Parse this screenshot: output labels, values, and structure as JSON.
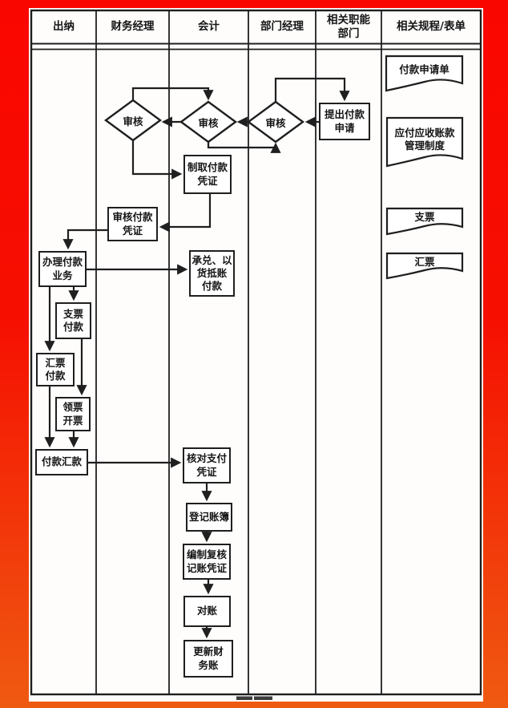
{
  "colors": {
    "background_top": "#fa0600",
    "background_bottom": "#ef5a11",
    "sheet": "#fefdfc",
    "line": "#1f1f1f",
    "dash": "#3c3c3c"
  },
  "header": {
    "columns": [
      {
        "label": "出纳"
      },
      {
        "label": "财务经理"
      },
      {
        "label": "会计"
      },
      {
        "label": "部门经理"
      },
      {
        "label": "相关职能\n部门"
      },
      {
        "label": "相关规程/表单"
      }
    ]
  },
  "decisions": [
    {
      "id": "review-finance-manager",
      "label": "审核"
    },
    {
      "id": "review-accountant",
      "label": "审核"
    },
    {
      "id": "review-dept-manager",
      "label": "审核"
    }
  ],
  "steps": [
    {
      "id": "submit-payment-request",
      "label": "提出付款\n申请"
    },
    {
      "id": "prepare-payment-voucher",
      "label": "制取付款\n凭证"
    },
    {
      "id": "review-payment-voucher",
      "label": "审核付款\n凭证"
    },
    {
      "id": "handle-payment-business",
      "label": "办理付款\n业务"
    },
    {
      "id": "acceptance-goods-offset-payment",
      "label": "承兑、以\n货抵账\n付款"
    },
    {
      "id": "cheque-payment",
      "label": "支票\n付款"
    },
    {
      "id": "draft-payment",
      "label": "汇票\n付款"
    },
    {
      "id": "collect-issue-tickets",
      "label": "领票\n开票"
    },
    {
      "id": "payment-remittance",
      "label": "付款汇款"
    },
    {
      "id": "verify-payment-voucher",
      "label": "核对支付\n凭证"
    },
    {
      "id": "register-ledger",
      "label": "登记账簿"
    },
    {
      "id": "prepare-review-bookkeeping-voucher",
      "label": "编制复核\n记账凭证"
    },
    {
      "id": "reconciliation",
      "label": "对账"
    },
    {
      "id": "update-financial-accounts",
      "label": "更新财\n务账"
    }
  ],
  "documents": [
    {
      "id": "payment-application-form",
      "label": "付款申请单"
    },
    {
      "id": "ap-ar-management-policy",
      "label": "应付应收账款\n管理制度"
    },
    {
      "id": "cheque",
      "label": "支票"
    },
    {
      "id": "draft",
      "label": "汇票"
    }
  ]
}
